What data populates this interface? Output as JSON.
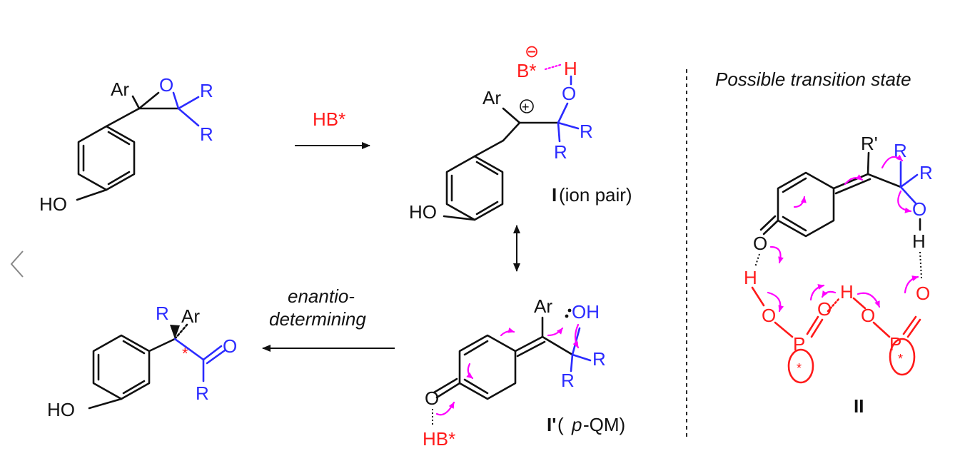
{
  "nav": {
    "back_chevron": "chevron-left-icon"
  },
  "reagent": {
    "label": "HB*"
  },
  "compound_I": {
    "label_bold": "I",
    "label_rest": " (ion pair)",
    "counterion": "B*",
    "counterion_charge": "⊖"
  },
  "compound_I_prime": {
    "label_bold": "I'",
    "label_open": " (",
    "label_italic": "p",
    "label_close": "-QM)",
    "acid": "HB*"
  },
  "product": {
    "arrow_label_line1": "enantio-",
    "arrow_label_line2": "determining",
    "stereo_mark": "*"
  },
  "panel_right": {
    "title": "Possible transition state",
    "label": "II",
    "substituent": "R'"
  },
  "atoms": {
    "ar": "Ar",
    "o": "O",
    "r": "R",
    "ho": "HO",
    "h": "H",
    "oh": "OH",
    "p": "P",
    "star": "*",
    "plus": "+"
  },
  "colors": {
    "substituent": "#2b2bff",
    "acid": "#ff1a1a",
    "electron_arrows": "#ff00ff",
    "bonds": "#111111"
  }
}
